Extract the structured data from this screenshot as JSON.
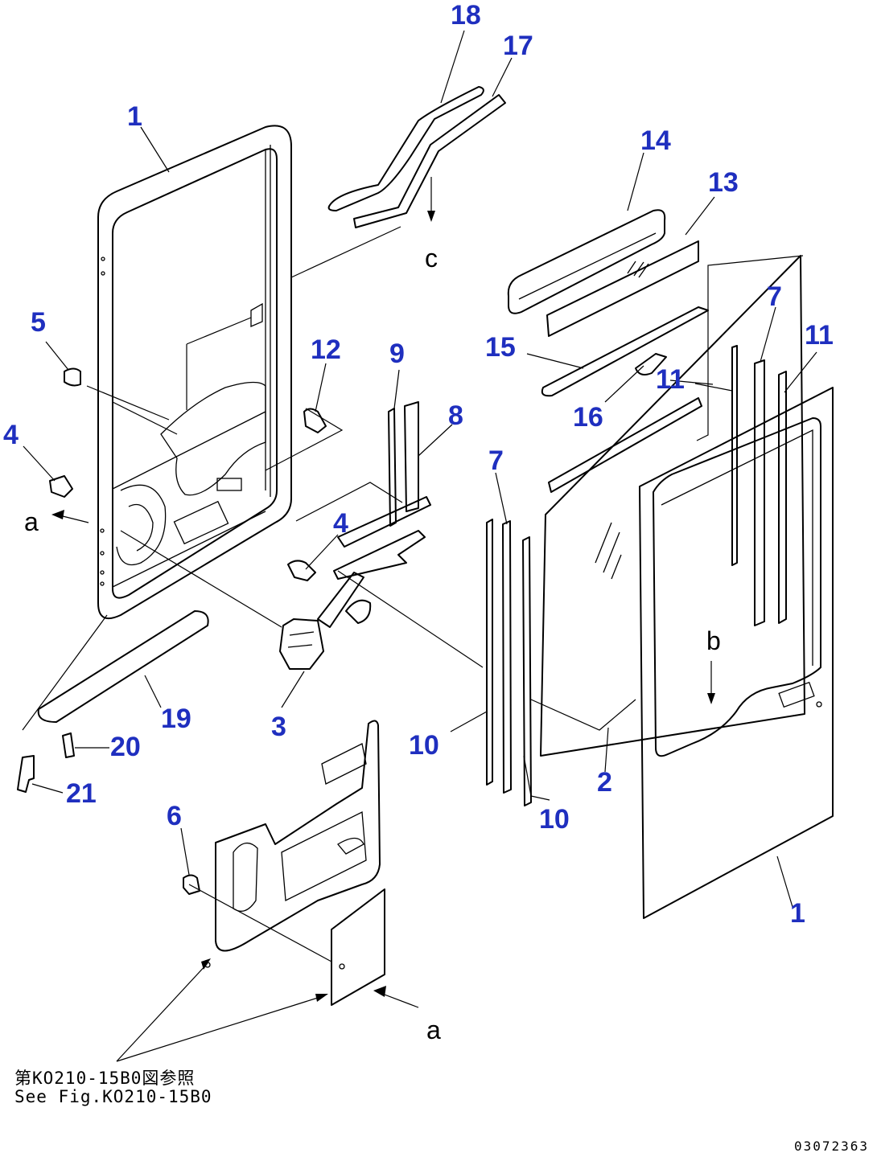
{
  "callouts": {
    "c1a": "1",
    "c1b": "1",
    "c2": "2",
    "c3": "3",
    "c4a": "4",
    "c4b": "4",
    "c5": "5",
    "c6": "6",
    "c7a": "7",
    "c7b": "7",
    "c8": "8",
    "c9": "9",
    "c10a": "10",
    "c10b": "10",
    "c11a": "11",
    "c11b": "11",
    "c12": "12",
    "c13": "13",
    "c14": "14",
    "c15": "15",
    "c16": "16",
    "c17": "17",
    "c18": "18",
    "c19": "19",
    "c20": "20",
    "c21": "21"
  },
  "markers": {
    "a1": "a",
    "a2": "a",
    "b": "b",
    "c": "c"
  },
  "reference": {
    "jp": "第KO210-15B0図参照",
    "en": "See Fig.KO210-15B0"
  },
  "doc_id": "03072363",
  "colors": {
    "callout": "#1f2fbf",
    "line": "#000000"
  }
}
